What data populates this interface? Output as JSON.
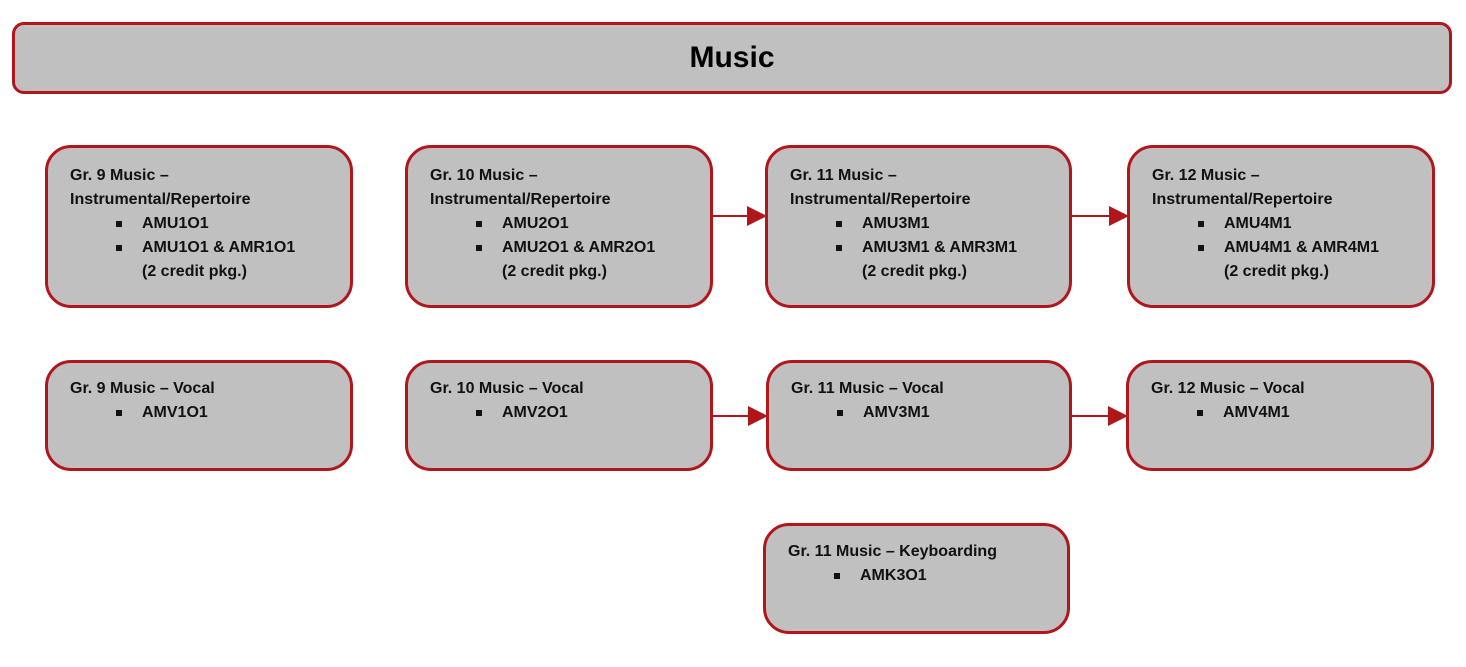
{
  "title": "Music",
  "colors": {
    "border": "#b0161c",
    "fill": "#c0c0c0"
  },
  "boxes": {
    "g9_instr": {
      "heading1": "Gr. 9 Music –",
      "heading2": "Instrumental/Repertoire",
      "items": [
        "AMU1O1",
        "AMU1O1 & AMR1O1"
      ],
      "note": "(2 credit pkg.)"
    },
    "g10_instr": {
      "heading1": "Gr. 10 Music –",
      "heading2": "Instrumental/Repertoire",
      "items": [
        "AMU2O1",
        "AMU2O1 & AMR2O1"
      ],
      "note": "(2 credit pkg.)"
    },
    "g11_instr": {
      "heading1": "Gr. 11 Music –",
      "heading2": "Instrumental/Repertoire",
      "items": [
        "AMU3M1",
        "AMU3M1 & AMR3M1"
      ],
      "note": "(2 credit pkg.)"
    },
    "g12_instr": {
      "heading1": "Gr. 12 Music –",
      "heading2": "Instrumental/Repertoire",
      "items": [
        "AMU4M1",
        "AMU4M1 & AMR4M1"
      ],
      "note": "(2 credit pkg.)"
    },
    "g9_vocal": {
      "heading1": "Gr. 9 Music – Vocal",
      "items": [
        "AMV1O1"
      ]
    },
    "g10_vocal": {
      "heading1": "Gr. 10 Music – Vocal",
      "items": [
        "AMV2O1"
      ]
    },
    "g11_vocal": {
      "heading1": "Gr. 11 Music – Vocal",
      "items": [
        "AMV3M1"
      ]
    },
    "g12_vocal": {
      "heading1": "Gr. 12 Music – Vocal",
      "items": [
        "AMV4M1"
      ]
    },
    "g11_keyboard": {
      "heading1": "Gr. 11 Music – Keyboarding",
      "items": [
        "AMK3O1"
      ]
    }
  }
}
